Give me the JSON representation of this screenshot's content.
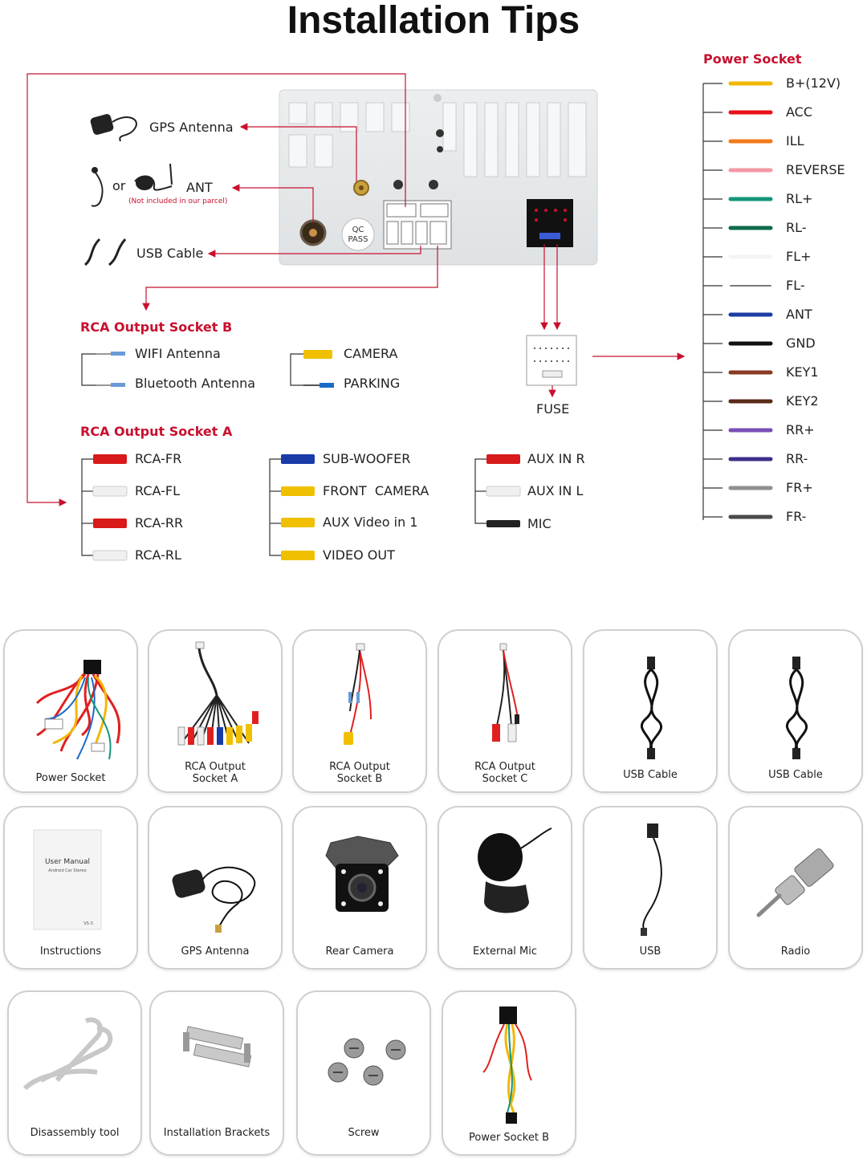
{
  "title": "Installation Tips",
  "top_left": {
    "gps": "GPS Antenna",
    "or": "or",
    "ant": "ANT",
    "ant_note": "(Not included in our parcel)",
    "usb": "USB Cable"
  },
  "head_unit": {
    "qc_pass": [
      "QC",
      "PASS"
    ]
  },
  "fuse": "FUSE",
  "rca_b": {
    "title": "RCA Output Socket B",
    "left": [
      "WIFI Antenna",
      "Bluetooth Antenna"
    ],
    "right": [
      "CAMERA",
      "PARKING"
    ]
  },
  "rca_a": {
    "title": "RCA Output Socket A",
    "col1": [
      "RCA-FR",
      "RCA-FL",
      "RCA-RR",
      "RCA-RL"
    ],
    "col2": [
      "SUB-WOOFER",
      "FRONT  CAMERA",
      "AUX Video in 1",
      "VIDEO OUT"
    ],
    "col3": [
      "AUX IN R",
      "AUX IN L",
      "MIC"
    ]
  },
  "power_socket": {
    "title": "Power Socket",
    "wires": [
      {
        "label": "B+(12V)",
        "color": "#f2b705"
      },
      {
        "label": "ACC",
        "color": "#e8101a"
      },
      {
        "label": "ILL",
        "color": "#f07a1a"
      },
      {
        "label": "REVERSE",
        "color": "#f29aa5"
      },
      {
        "label": "RL+",
        "color": "#14957a"
      },
      {
        "label": "RL-",
        "color": "#0e6b4e"
      },
      {
        "label": "FL+",
        "color": "#f4f4f4"
      },
      {
        "label": "FL-",
        "color": "#7a7a7a"
      },
      {
        "label": "ANT",
        "color": "#1a3da0"
      },
      {
        "label": "GND",
        "color": "#111111"
      },
      {
        "label": "KEY1",
        "color": "#8a3a22"
      },
      {
        "label": "KEY2",
        "color": "#5a2a18"
      },
      {
        "label": "RR+",
        "color": "#7a4fb8"
      },
      {
        "label": "RR-",
        "color": "#3d2f8a"
      },
      {
        "label": "FR+",
        "color": "#8f8f8f"
      },
      {
        "label": "FR-",
        "color": "#4a4a4a"
      }
    ]
  },
  "accessories": [
    {
      "label": "Power Socket",
      "icon": "power-socket-harness-icon"
    },
    {
      "label": "RCA Output\nSocket A",
      "icon": "rca-harness-a-icon"
    },
    {
      "label": "RCA Output\nSocket B",
      "icon": "rca-harness-b-icon"
    },
    {
      "label": "RCA Output\nSocket C",
      "icon": "rca-harness-c-icon"
    },
    {
      "label": "USB Cable",
      "icon": "usb-cable-icon"
    },
    {
      "label": "USB Cable",
      "icon": "usb-cable-icon"
    },
    {
      "label": "Instructions",
      "icon": "user-manual-icon",
      "manual_title": "User Manual",
      "manual_sub": "Android Car Stereo",
      "manual_code": "VS-3"
    },
    {
      "label": "GPS Antenna",
      "icon": "gps-antenna-icon"
    },
    {
      "label": "Rear Camera",
      "icon": "rear-camera-icon"
    },
    {
      "label": "External Mic",
      "icon": "external-mic-icon"
    },
    {
      "label": "USB",
      "icon": "usb-adapter-icon"
    },
    {
      "label": "Radio",
      "icon": "radio-adapter-icon"
    },
    {
      "label": "Disassembly tool",
      "icon": "disassembly-tool-icon"
    },
    {
      "label": "Installation Brackets",
      "icon": "installation-brackets-icon"
    },
    {
      "label": "Screw",
      "icon": "screw-icon"
    },
    {
      "label": "Power Socket B",
      "icon": "power-socket-b-icon"
    }
  ]
}
